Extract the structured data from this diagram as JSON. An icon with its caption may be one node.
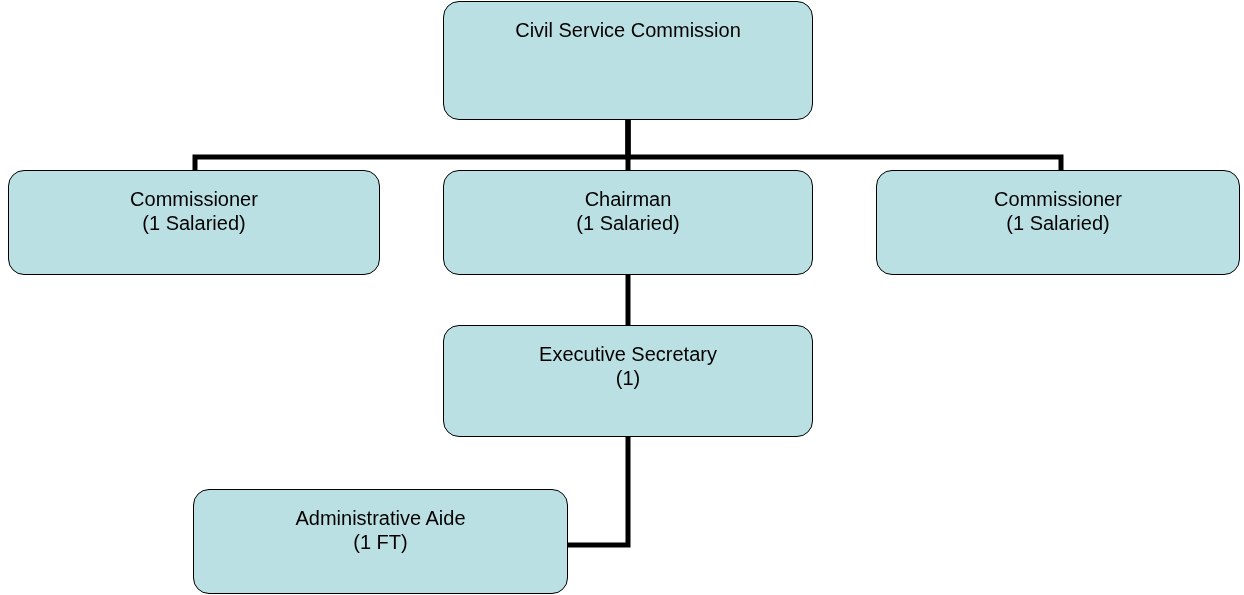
{
  "diagram": {
    "nodes": [
      {
        "text": [
          "Civil Service Commission"
        ]
      },
      {
        "text": [
          "Commissioner",
          "(1 Salaried)"
        ]
      },
      {
        "text": [
          "Chairman",
          "(1 Salaried)"
        ]
      },
      {
        "text": [
          "Commissioner",
          "(1 Salaried)"
        ]
      },
      {
        "text": [
          "Executive Secretary",
          "(1)"
        ]
      },
      {
        "text": [
          "Administrative Aide",
          "(1 FT)"
        ]
      }
    ],
    "edges": [
      {
        "from": 0,
        "to": 1,
        "arrow": "none"
      },
      {
        "from": 0,
        "to": 2,
        "arrow": "none"
      },
      {
        "from": 0,
        "to": 3,
        "arrow": "none"
      },
      {
        "from": 2,
        "to": 4,
        "arrow": "none"
      },
      {
        "from": 4,
        "to": 5,
        "arrow": "none"
      }
    ]
  }
}
